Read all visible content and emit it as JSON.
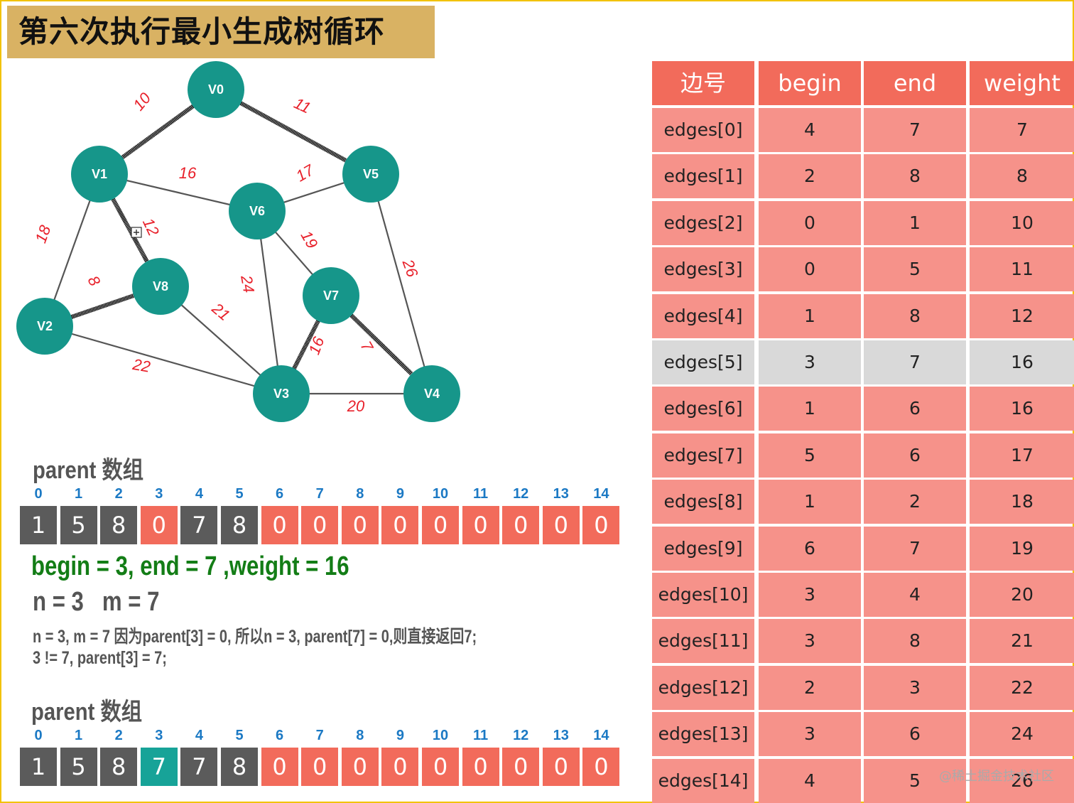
{
  "title": "第六次执行最小生成树循环",
  "graph": {
    "nodes": [
      {
        "id": "V0",
        "label": "V0"
      },
      {
        "id": "V1",
        "label": "V1"
      },
      {
        "id": "V2",
        "label": "V2"
      },
      {
        "id": "V3",
        "label": "V3"
      },
      {
        "id": "V4",
        "label": "V4"
      },
      {
        "id": "V5",
        "label": "V5"
      },
      {
        "id": "V6",
        "label": "V6"
      },
      {
        "id": "V7",
        "label": "V7"
      },
      {
        "id": "V8",
        "label": "V8"
      }
    ],
    "edges": [
      {
        "from": "V0",
        "to": "V1",
        "weight": "10",
        "bold": true
      },
      {
        "from": "V0",
        "to": "V5",
        "weight": "11",
        "bold": true
      },
      {
        "from": "V1",
        "to": "V6",
        "weight": "16",
        "bold": false
      },
      {
        "from": "V5",
        "to": "V6",
        "weight": "17",
        "bold": false
      },
      {
        "from": "V1",
        "to": "V8",
        "weight": "12",
        "bold": true
      },
      {
        "from": "V1",
        "to": "V2",
        "weight": "18",
        "bold": false
      },
      {
        "from": "V2",
        "to": "V8",
        "weight": "8",
        "bold": true
      },
      {
        "from": "V6",
        "to": "V7",
        "weight": "19",
        "bold": false
      },
      {
        "from": "V6",
        "to": "V3",
        "weight": "24",
        "bold": false
      },
      {
        "from": "V5",
        "to": "V4",
        "weight": "26",
        "bold": false
      },
      {
        "from": "V8",
        "to": "V3",
        "weight": "21",
        "bold": false
      },
      {
        "from": "V2",
        "to": "V3",
        "weight": "22",
        "bold": false
      },
      {
        "from": "V7",
        "to": "V3",
        "weight": "16",
        "bold": true
      },
      {
        "from": "V7",
        "to": "V4",
        "weight": "7",
        "bold": true
      },
      {
        "from": "V3",
        "to": "V4",
        "weight": "20",
        "bold": false
      }
    ],
    "node_color": "#16968a"
  },
  "parent_before": {
    "label": "parent 数组",
    "indices": [
      "0",
      "1",
      "2",
      "3",
      "4",
      "5",
      "6",
      "7",
      "8",
      "9",
      "10",
      "11",
      "12",
      "13",
      "14"
    ],
    "values": [
      "1",
      "5",
      "8",
      "0",
      "7",
      "8",
      "0",
      "0",
      "0",
      "0",
      "0",
      "0",
      "0",
      "0",
      "0"
    ],
    "states": [
      "dark",
      "dark",
      "dark",
      "red",
      "dark",
      "dark",
      "red",
      "red",
      "red",
      "red",
      "red",
      "red",
      "red",
      "red",
      "red"
    ]
  },
  "calc": {
    "green_line": "begin = 3, end = 7 ,weight = 16",
    "nm_line": "n = 3   m = 7",
    "line1": "n = 3, m = 7  因为parent[3] = 0, 所以n = 3, parent[7] = 0,则直接返回7;",
    "line2": "3 != 7, parent[3] = 7;"
  },
  "parent_after": {
    "label": "parent 数组",
    "indices": [
      "0",
      "1",
      "2",
      "3",
      "4",
      "5",
      "6",
      "7",
      "8",
      "9",
      "10",
      "11",
      "12",
      "13",
      "14"
    ],
    "values": [
      "1",
      "5",
      "8",
      "7",
      "7",
      "8",
      "0",
      "0",
      "0",
      "0",
      "0",
      "0",
      "0",
      "0",
      "0"
    ],
    "states": [
      "dark",
      "dark",
      "dark",
      "teal",
      "dark",
      "dark",
      "red",
      "red",
      "red",
      "red",
      "red",
      "red",
      "red",
      "red",
      "red"
    ]
  },
  "colors": {
    "dark": "#5b5b5b",
    "red": "#f26b5b",
    "teal": "#17a398",
    "row_pink": "#f6928a",
    "row_highlight": "#d9d9d9",
    "header": "#f26b5b"
  },
  "edge_table": {
    "headers": [
      "边号",
      "begin",
      "end",
      "weight"
    ],
    "highlight_row": 5,
    "rows": [
      [
        "edges[0]",
        "4",
        "7",
        "7"
      ],
      [
        "edges[1]",
        "2",
        "8",
        "8"
      ],
      [
        "edges[2]",
        "0",
        "1",
        "10"
      ],
      [
        "edges[3]",
        "0",
        "5",
        "11"
      ],
      [
        "edges[4]",
        "1",
        "8",
        "12"
      ],
      [
        "edges[5]",
        "3",
        "7",
        "16"
      ],
      [
        "edges[6]",
        "1",
        "6",
        "16"
      ],
      [
        "edges[7]",
        "5",
        "6",
        "17"
      ],
      [
        "edges[8]",
        "1",
        "2",
        "18"
      ],
      [
        "edges[9]",
        "6",
        "7",
        "19"
      ],
      [
        "edges[10]",
        "3",
        "4",
        "20"
      ],
      [
        "edges[11]",
        "3",
        "8",
        "21"
      ],
      [
        "edges[12]",
        "2",
        "3",
        "22"
      ],
      [
        "edges[13]",
        "3",
        "6",
        "24"
      ],
      [
        "edges[14]",
        "4",
        "5",
        "26"
      ]
    ]
  },
  "watermark": "@稀土掘金技术社区"
}
